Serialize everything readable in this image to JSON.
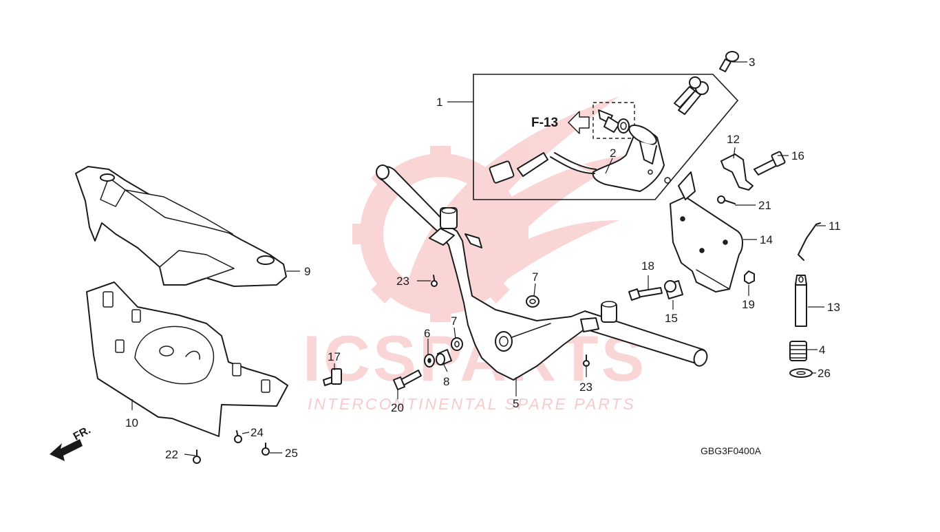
{
  "diagram": {
    "reference_ref": "F-13",
    "direction_label": "FR.",
    "figure_code": "GBG3F0400A",
    "watermark": {
      "brand": "ICSPARTS",
      "tagline": "INTERCONTINENTAL SPARE PARTS",
      "color": "#e8434a"
    },
    "callouts": [
      "1",
      "2",
      "3",
      "4",
      "5",
      "6",
      "7",
      "7",
      "8",
      "9",
      "10",
      "11",
      "12",
      "13",
      "14",
      "15",
      "16",
      "17",
      "18",
      "19",
      "20",
      "21",
      "22",
      "23",
      "23",
      "24",
      "25",
      "26"
    ]
  }
}
